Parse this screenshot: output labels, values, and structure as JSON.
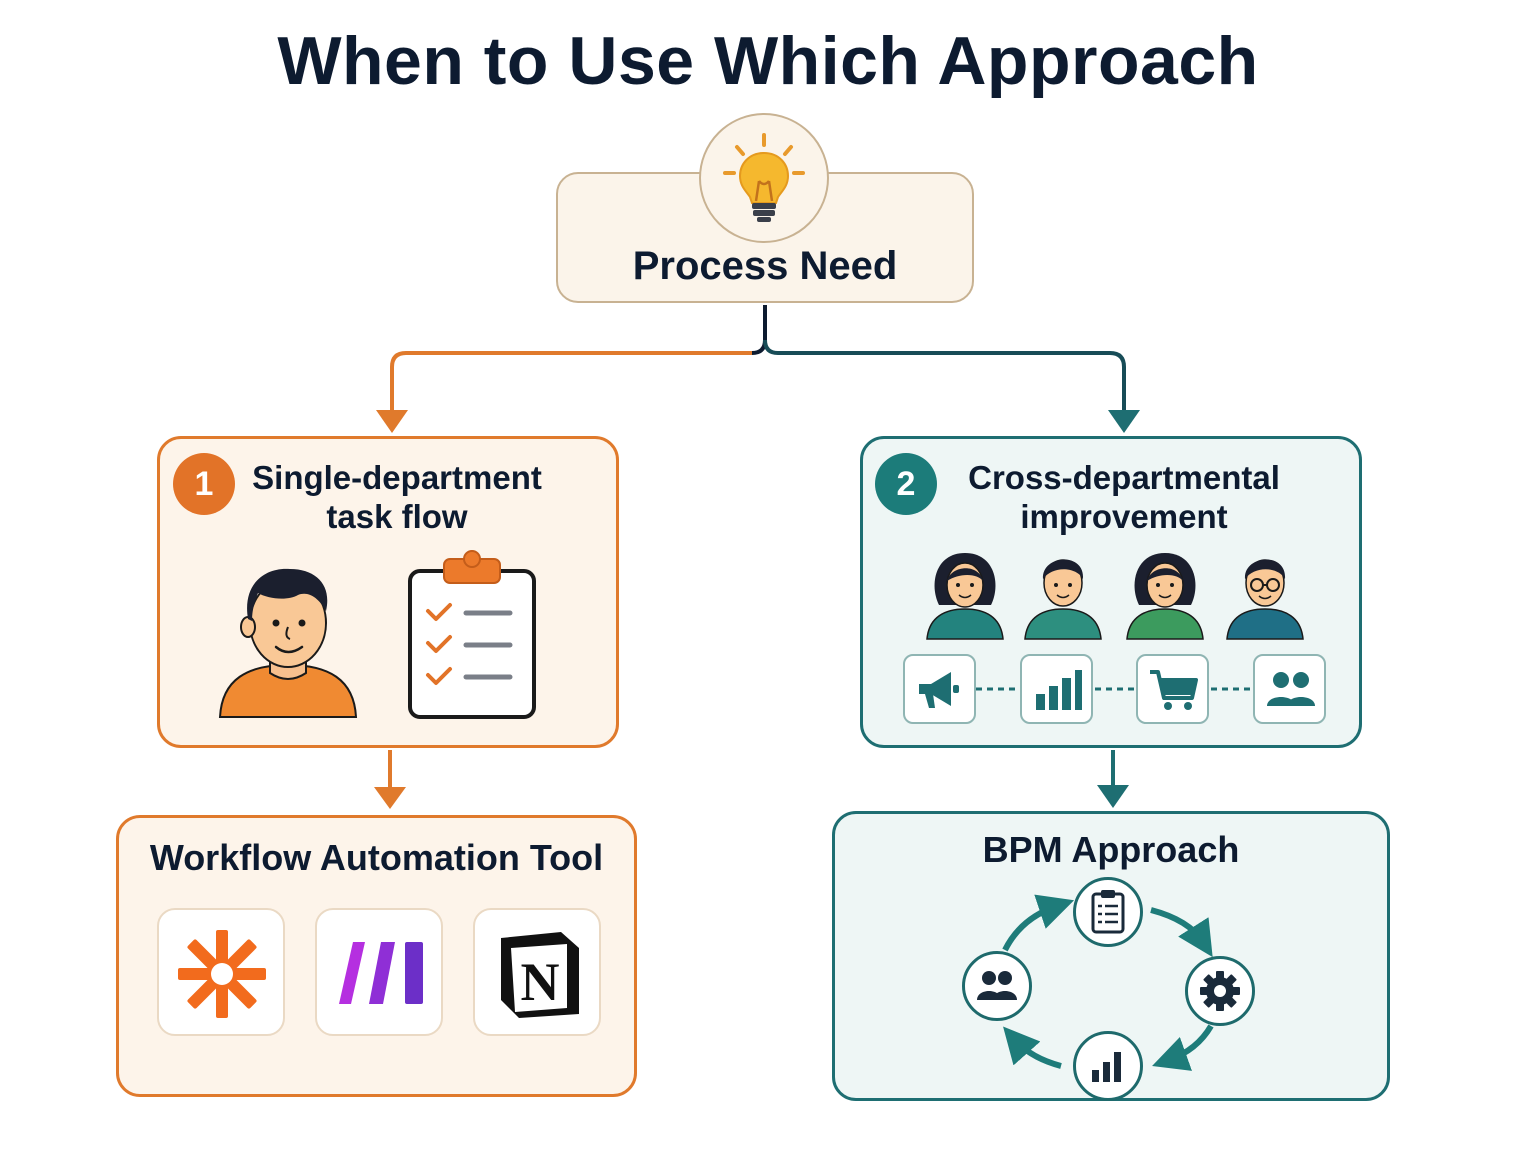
{
  "title": "When to Use Which Approach",
  "root": {
    "label": "Process Need",
    "icon": "lightbulb-icon"
  },
  "option_1": {
    "number": "1",
    "title_line1": "Single-department",
    "title_line2": "task flow",
    "icons": [
      "person-icon",
      "clipboard-checklist-icon"
    ]
  },
  "option_2": {
    "number": "2",
    "title_line1": "Cross-departmental",
    "title_line2": "improvement",
    "icons": [
      "woman-avatar-icon",
      "man-avatar-icon",
      "woman-avatar-icon",
      "man-with-glasses-avatar-icon"
    ],
    "departments": [
      "megaphone-icon",
      "bar-chart-icon",
      "shopping-cart-icon",
      "people-icon"
    ]
  },
  "result_1": {
    "title": "Workflow Automation Tool",
    "tools": [
      "zapier-logo",
      "make-logo",
      "notion-logo"
    ],
    "notion_letter": "N"
  },
  "result_2": {
    "title": "BPM Approach",
    "cycle": [
      "clipboard-icon",
      "gear-icon",
      "bar-chart-icon",
      "people-icon"
    ]
  },
  "colors": {
    "orange": "#e07a2c",
    "teal": "#1e6e72",
    "navy": "#0d1b30",
    "cream": "#fbf4ea"
  }
}
